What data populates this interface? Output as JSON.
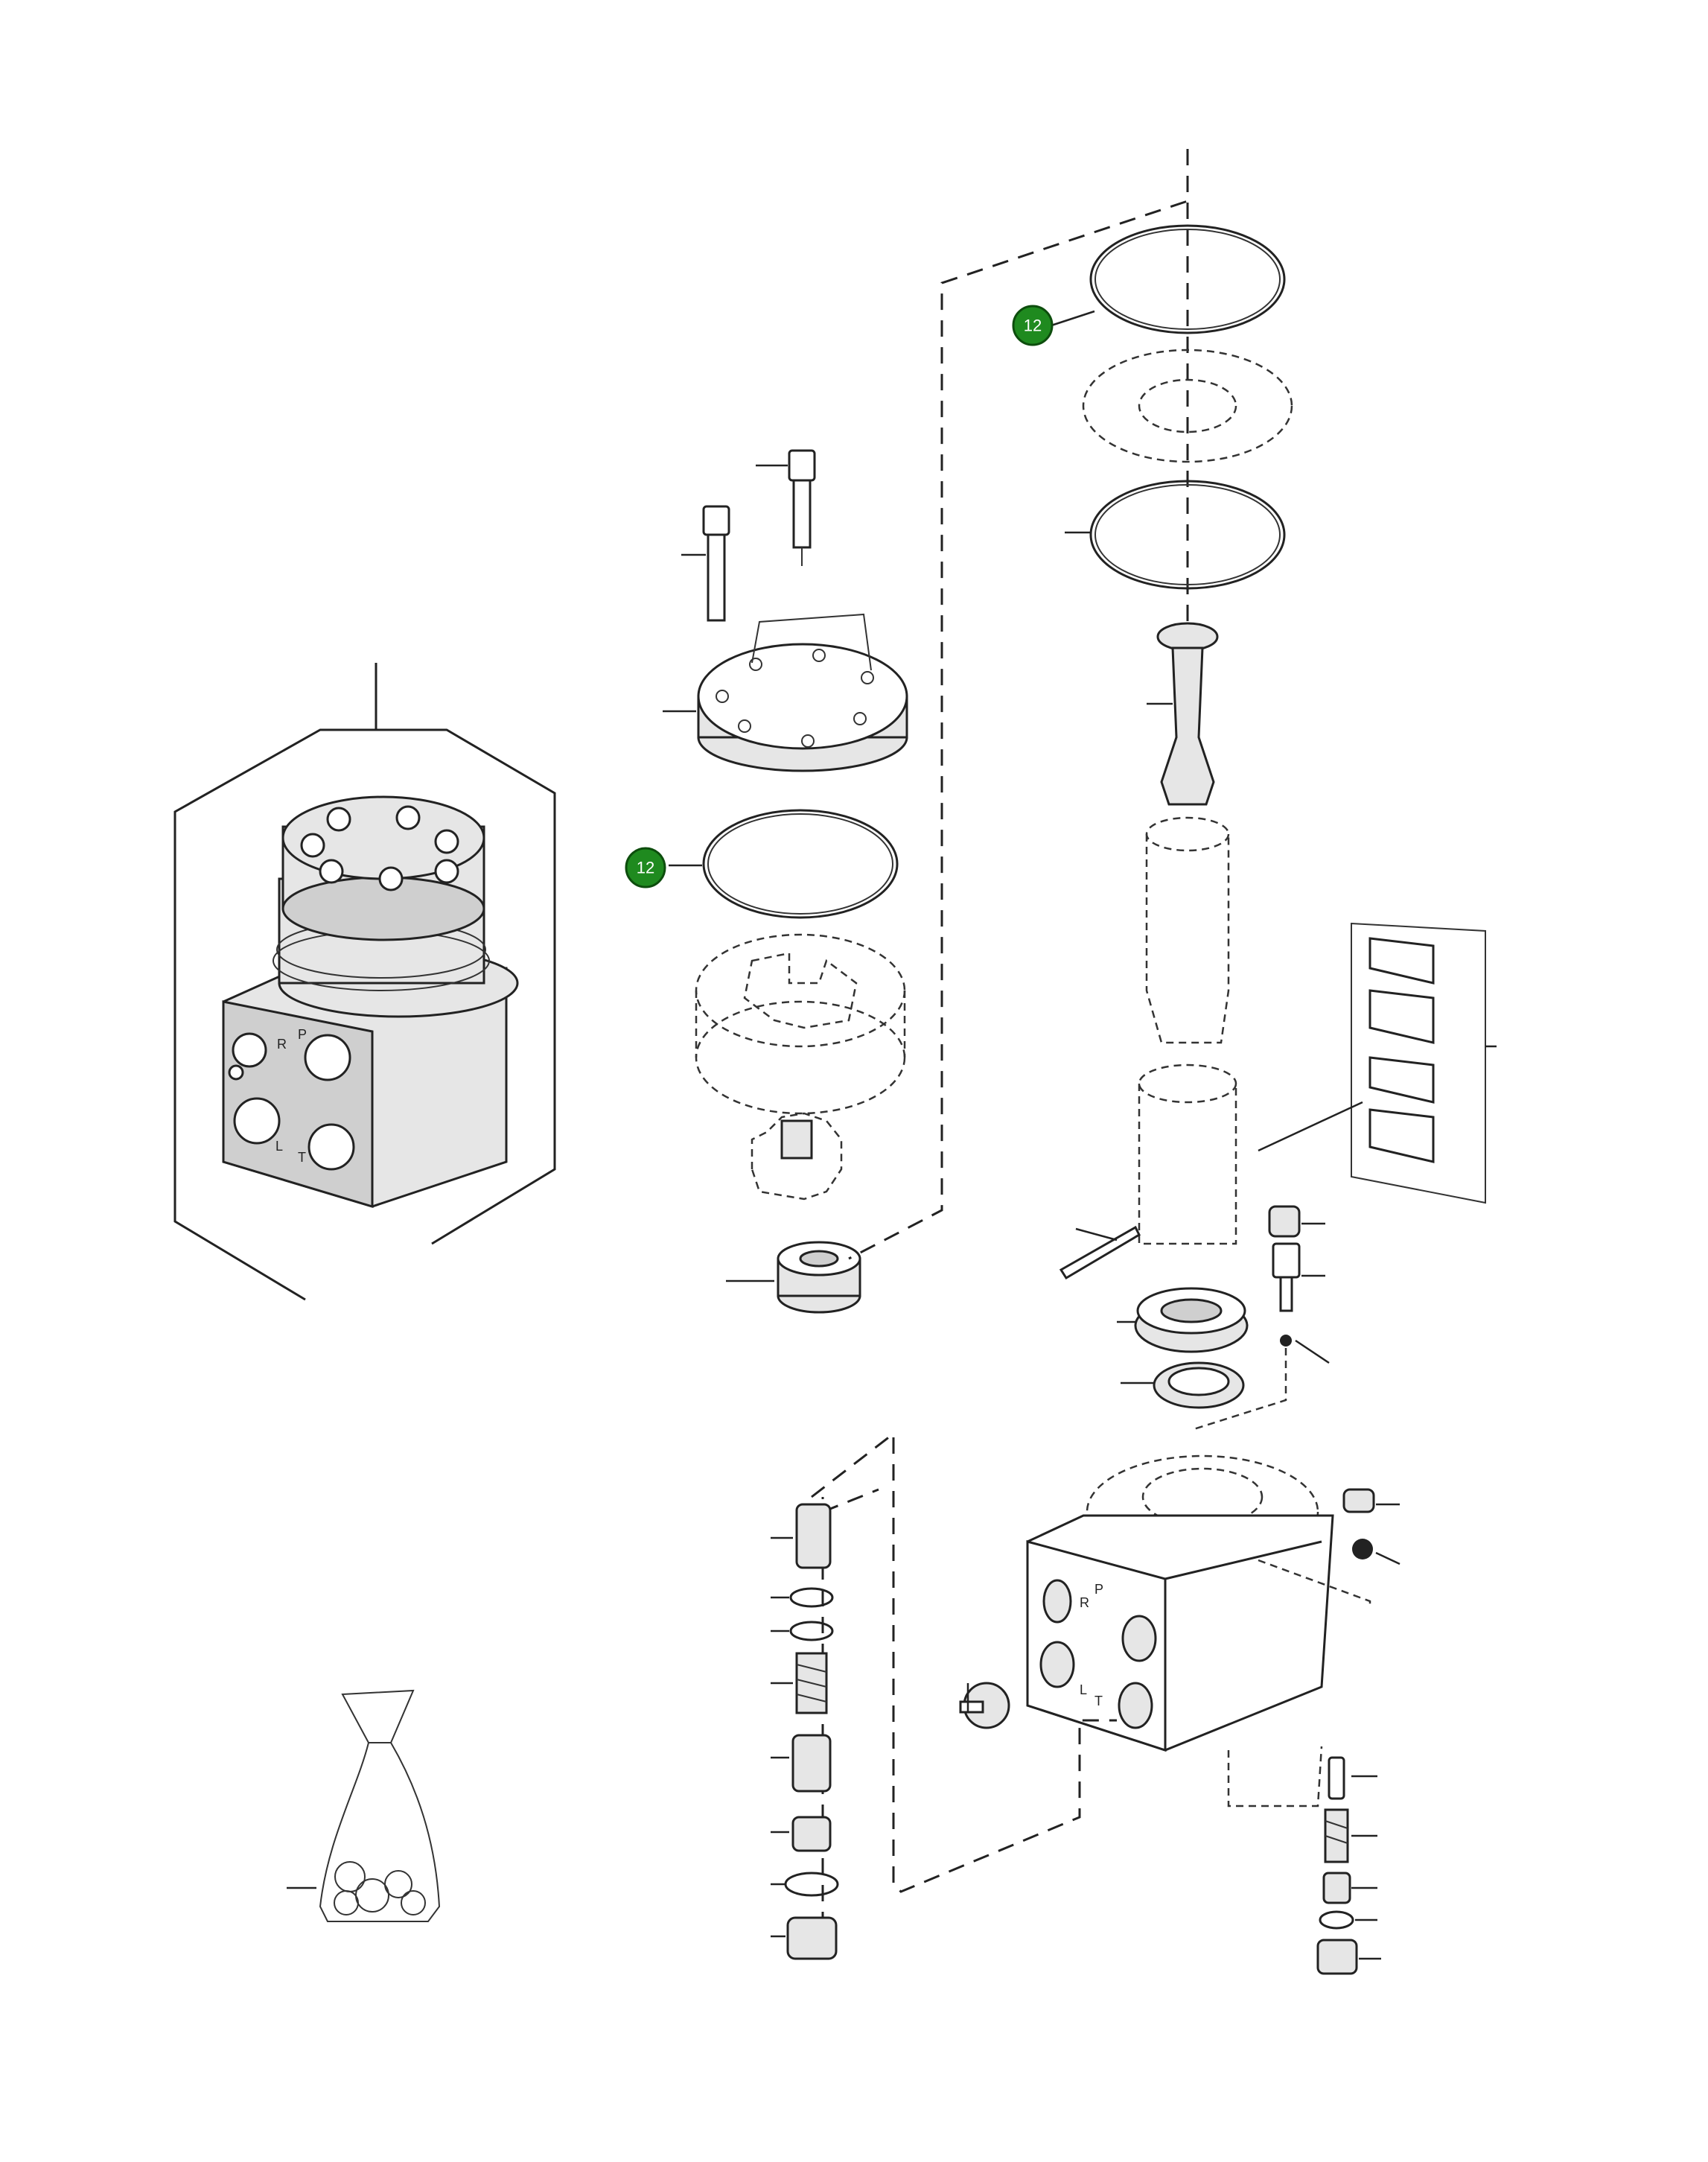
{
  "callouts": [
    {
      "label": "12"
    },
    {
      "label": "12"
    }
  ],
  "port_labels": {
    "assembled": [
      "P",
      "R",
      "L",
      "T"
    ],
    "exploded": [
      "P",
      "R",
      "L",
      "T"
    ]
  },
  "colors": {
    "callout_fill": "#1f8a1f",
    "line": "#222222",
    "background": "#ffffff"
  }
}
